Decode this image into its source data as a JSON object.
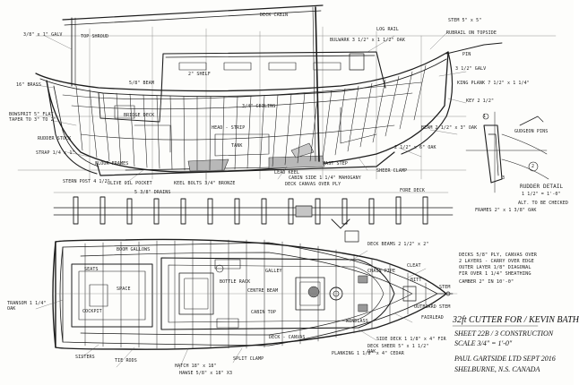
{
  "title_block": {
    "design": "32ft CUTTER FOR / KEVIN BATH",
    "sheet": "SHEET 22B / 3 CONSTRUCTION",
    "scale": "SCALE 3/4\" = 1'-0\"",
    "office": "PAUL GARTSIDE LTD    SEPT 2016",
    "location": "SHELBURNE, N.S. CANADA"
  },
  "profile_notes": {
    "n1": "3/8\" x 1\" GALV",
    "n2": "TOP SHROUD",
    "n3": "DECK CABIN",
    "n4": "16\" BRASS",
    "n5": "BOWSPRIT 5\" FLAT TAPER TO 3\" TO 2\"",
    "n6": "5/8\" BEAM",
    "n7": "BRIDGE DECK",
    "n8": "STRAP 1/4 x 1\"",
    "n9": "FLOOR FRAMES",
    "n10": "2\" SHELF",
    "n11": "3/4\" CEILING",
    "n12": "HEAD - STRIP",
    "n13": "TANK",
    "n14": "OLIVE OIL POCKET",
    "n15": "KEEL BOLTS 3/4\" BRONZE",
    "n16": "LEAD KEEL",
    "n17": "CABIN SIDE 1 1/4\" MAHOGANY",
    "n18": "DECK CANVAS OVER PLY",
    "n19": "SHEER CLAMP",
    "n20": "RUDDER STOCK",
    "n21": "BULWARK 3 1/2\" x 1 1/2\" OAK",
    "n22": "STERN POST 4 1/2\"",
    "n23": "LOG RAIL",
    "n24": "3 1/2\" GALV",
    "n25": "RUBRAIL ON TOPSIDE",
    "n26": "BEAM 2 1/2\" x 3\" OAK",
    "n27": "KEY 2 1/2\"",
    "n28": "2 1/2\" x 6\" OAK",
    "n29": "MAST STEP",
    "n30": "5 3/8\" DRAINS",
    "n31": "KING PLANK 7 1/2\" x 1 1/4\"",
    "n32": "STEM 5\" x 5\"",
    "n33": "FORE DECK",
    "n34": "PIN"
  },
  "detail_notes": {
    "detail_title": "RUDDER DETAIL",
    "detail_scale": "1 1/2\" = 1'-0\"",
    "gudgeon_note": "GUDGEON PINS",
    "alt_note": "ALT. TO BE CHECKED",
    "callout_1": "1",
    "callout_2": "2",
    "callout_3": "3",
    "frame_note": "FRAMES 2\" x 1 3/8\" OAK"
  },
  "plan_notes": {
    "p1": "SIDE DECK 1 1/8\" x 4\" FIR",
    "p2": "DECK BEAMS 2 1/2\" x 2\"",
    "p3": "SEATS",
    "p4": "SPACE",
    "p5": "COCKPIT",
    "p6": "HATCH 18\" x 18\"",
    "p7": "BOTTLE RACK",
    "p8": "CENTRE BEAM",
    "p9": "SPLIT CLAMP",
    "p10": "STEM",
    "p11": "BITT",
    "p12": "OUTBOARD STEM",
    "p13": "DECK - CANVAS",
    "p14": "CABIN TOP",
    "p15": "PLANKING 1 1/8\" x 4\" CEDAR",
    "p16": "TRANSOM 1 1/4\" OAK",
    "p17": "SISTERS",
    "p18": "GALLEY",
    "p19": "CHAIN PIPE",
    "p20": "TIE RODS",
    "p21": "WINDLASS",
    "p22": "BOOM GALLOWS",
    "p23": "CLEAT",
    "p24": "FAIRLEAD",
    "p25": "HAWSE 5/8\" x 18\" X3",
    "p26": "DECK SHEER 5\" x 1 1/2\" OAK"
  },
  "spec_block": {
    "line1": "DECKS 5/8\" PLY, CANVAS OVER",
    "line2": "2 LAYERS - CARRY OVER EDGE",
    "line3": "OUTER LAYER 1/8\" DIAGONAL",
    "line4": "FIR OVER 1 1/4\" SHEATHING",
    "line5": "CAMBER 2\" IN 10'-0\""
  }
}
